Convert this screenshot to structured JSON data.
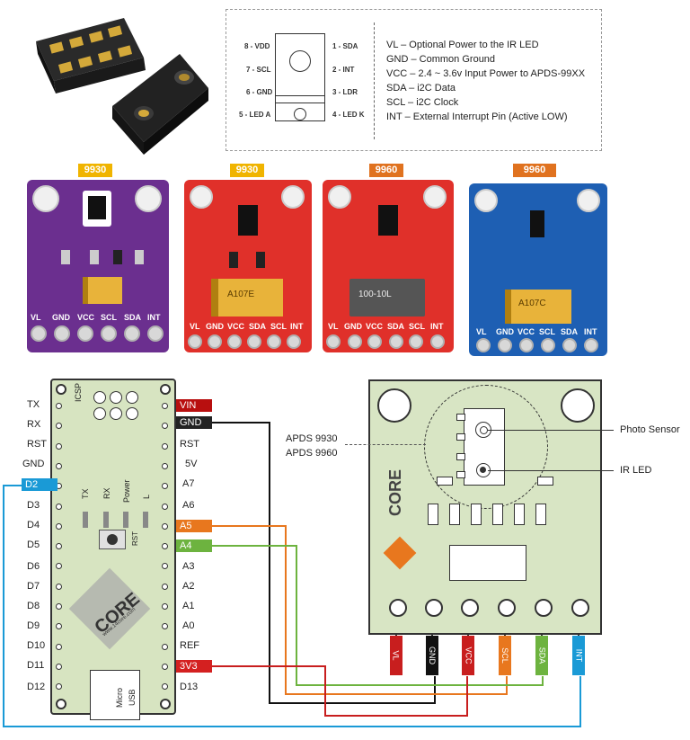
{
  "pinout": {
    "left_pins": [
      "8 - VDD",
      "7 - SCL",
      "6 - GND",
      "5 - LED A"
    ],
    "right_pins": [
      "1 - SDA",
      "2 - INT",
      "3 - LDR",
      "4 - LED K"
    ],
    "descriptions": [
      "VL – Optional Power to the IR LED",
      "GND – Common Ground",
      "VCC – 2.4 ~ 3.6v Input Power to APDS-99XX",
      "SDA – i2C Data",
      "SCL – i2C Clock",
      "INT – External Interrupt Pin (Active LOW)"
    ]
  },
  "boards": [
    {
      "version": "9930",
      "tag_color": "#f0b400",
      "color": "#6b2f8f",
      "pins": [
        "VL",
        "GND",
        "VCC",
        "SCL",
        "SDA",
        "INT"
      ],
      "cap_text": ""
    },
    {
      "version": "9930",
      "tag_color": "#f0b400",
      "color": "#e0302a",
      "pins": [
        "VL",
        "GND",
        "VCC",
        "SDA",
        "SCL",
        "INT"
      ],
      "cap_text": "A107E"
    },
    {
      "version": "9960",
      "tag_color": "#e0721f",
      "color": "#e0302a",
      "pins": [
        "VL",
        "GND",
        "VCC",
        "SDA",
        "SCL",
        "INT"
      ],
      "cap_text": "100-10L"
    },
    {
      "version": "9960",
      "tag_color": "#e0721f",
      "color": "#1e5fb3",
      "pins": [
        "VL",
        "GND",
        "VCC",
        "SCL",
        "SDA",
        "INT"
      ],
      "cap_text": "A107C"
    }
  ],
  "nano": {
    "left_pins": [
      "TX",
      "RX",
      "RST",
      "GND",
      "D2",
      "D3",
      "D4",
      "D5",
      "D6",
      "D7",
      "D8",
      "D9",
      "D10",
      "D11",
      "D12"
    ],
    "right_pins": [
      "VIN",
      "GND",
      "RST",
      "5V",
      "A7",
      "A6",
      "A5",
      "A4",
      "A3",
      "A2",
      "A1",
      "A0",
      "REF",
      "3V3",
      "D13"
    ],
    "icsp": "ICSP",
    "leds": [
      "TX",
      "RX",
      "Power",
      "L"
    ],
    "rst": "RST",
    "usb": "Micro USB",
    "usb_line1": "Micro",
    "usb_line2": "USB",
    "logo": "CORE",
    "logo_sub": "www.14core.com",
    "highlight": {
      "D2": "#1a9ad6",
      "VIN": "#b80f0f",
      "GND": "#222222",
      "A5": "#e8771e",
      "A4": "#6db33f",
      "3V3": "#d42020"
    }
  },
  "module": {
    "chip_label_1": "APDS 9930",
    "chip_label_2": "APDS 9960",
    "photo_sensor": "Photo Sensor",
    "ir_led": "IR LED",
    "logo": "CORE",
    "wires": [
      {
        "label": "VL",
        "color": "#c81e1e"
      },
      {
        "label": "GND",
        "color": "#111111"
      },
      {
        "label": "VCC",
        "color": "#c81e1e"
      },
      {
        "label": "SCL",
        "color": "#e8771e"
      },
      {
        "label": "SDA",
        "color": "#6db33f"
      },
      {
        "label": "INT",
        "color": "#1a9ad6"
      }
    ]
  }
}
